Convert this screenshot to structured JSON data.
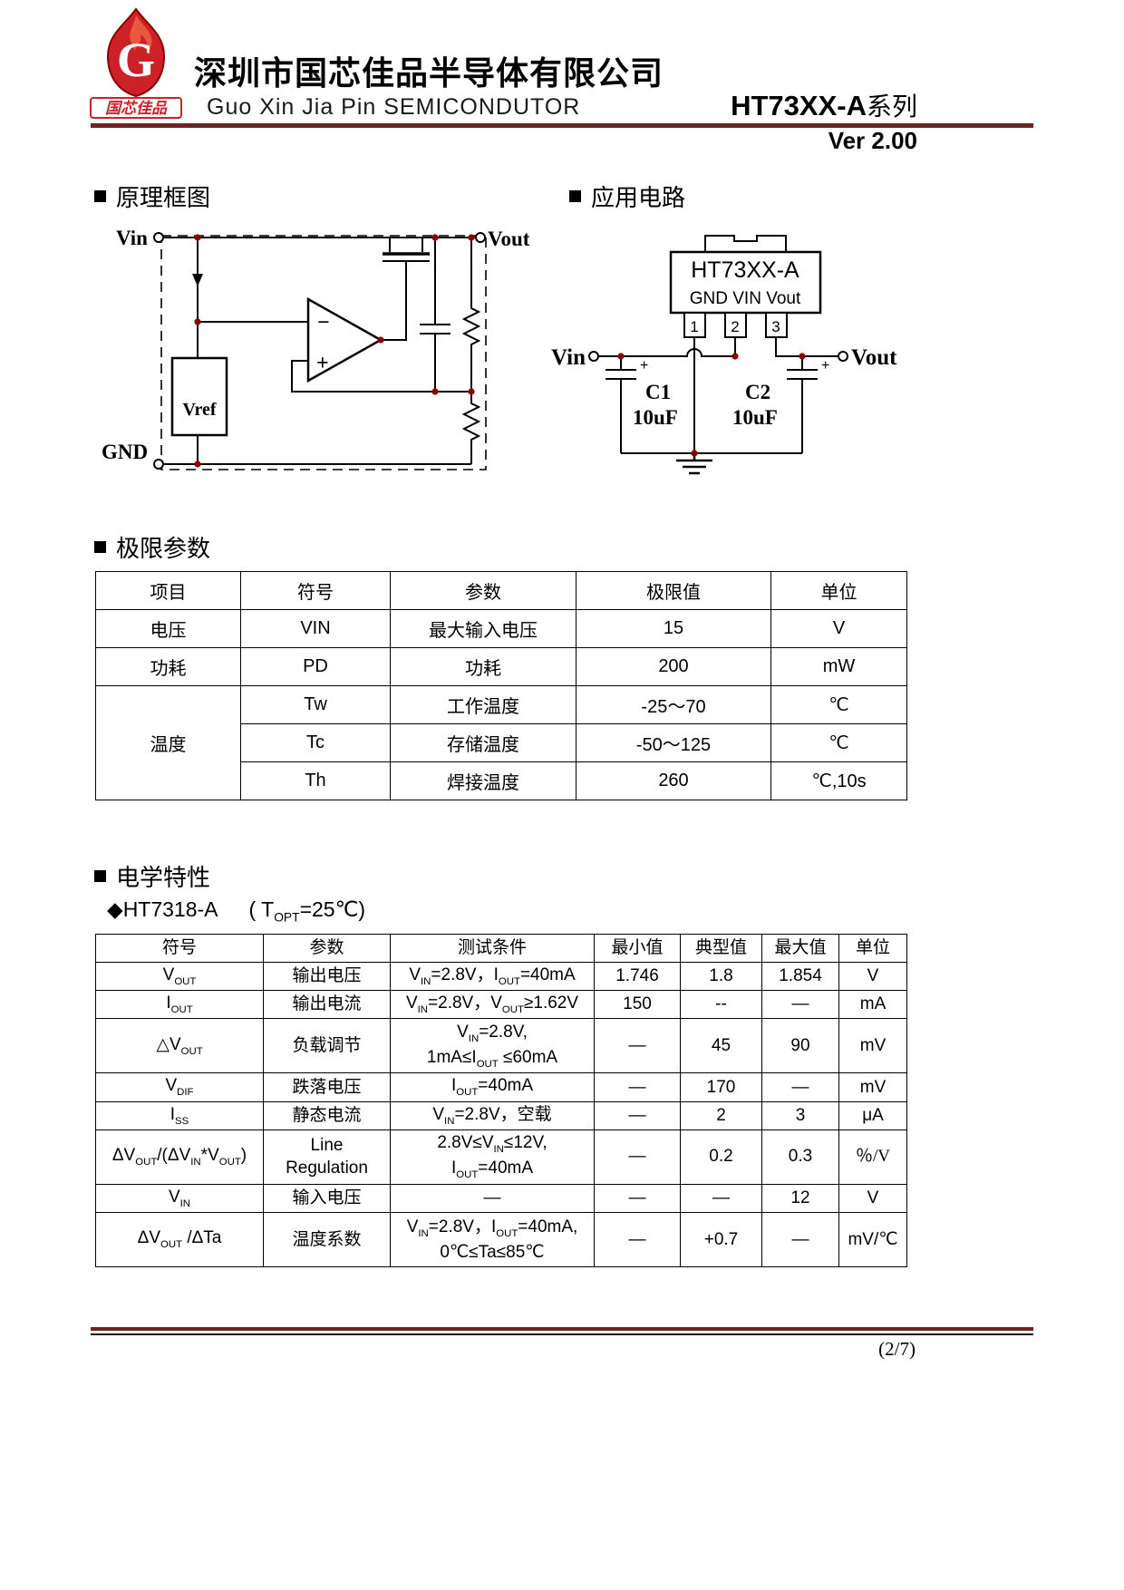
{
  "header": {
    "logo_letter": "G",
    "logo_caption": "国芯佳品",
    "company_cn": "深圳市国芯佳品半导体有限公司",
    "company_en": "Guo Xin Jia Pin  SEMICONDUTOR",
    "series_name": "HT73XX-A",
    "series_suffix": "系列",
    "version": "Ver 2.00"
  },
  "sections": {
    "block_diagram": "原理框图",
    "application_circuit": "应用电路",
    "absolute_maximum": "极限参数",
    "electrical": "电学特性",
    "part_heading": "◆HT7318-A",
    "part_condition": "( T~OPT~=25℃)"
  },
  "block_diagram": {
    "vin": "Vin",
    "vout": "Vout",
    "gnd": "GND",
    "vref": "Vref",
    "opamp_minus": "−",
    "opamp_plus": "+"
  },
  "application_circuit": {
    "part": "HT73XX-A",
    "pin_names": "GND VIN Vout",
    "pin1": "1",
    "pin2": "2",
    "pin3": "3",
    "vin": "Vin",
    "vout": "Vout",
    "c1_name": "C1",
    "c1_value": "10uF",
    "c1_plus": "+",
    "c2_name": "C2",
    "c2_value": "10uF",
    "c2_plus": "+"
  },
  "limits_table": {
    "headers": [
      "项目",
      "符号",
      "参数",
      "极限值",
      "单位"
    ],
    "rows": [
      {
        "item": "电压",
        "symbol": "VIN",
        "param": "最大输入电压",
        "value": "15",
        "unit": "V"
      },
      {
        "item": "功耗",
        "symbol": "PD",
        "param": "功耗",
        "value": "200",
        "unit": "mW"
      },
      {
        "item": "温度",
        "symbol": "Tw",
        "param": "工作温度",
        "value": "-25～70",
        "unit": "℃"
      },
      {
        "symbol": "Tc",
        "param": "存储温度",
        "value": "-50～125",
        "unit": "℃"
      },
      {
        "symbol": "Th",
        "param": "焊接温度",
        "value": "260",
        "unit": "℃,10s"
      }
    ]
  },
  "elec_table": {
    "headers": [
      "符号",
      "参数",
      "测试条件",
      "最小值",
      "典型值",
      "最大值",
      "单位"
    ],
    "rows": [
      {
        "symbol": "V~OUT~",
        "param": "输出电压",
        "cond": "V~IN~=2.8V，I~OUT~=40mA",
        "min": "1.746",
        "typ": "1.8",
        "max": "1.854",
        "unit": "V"
      },
      {
        "symbol": "I~OUT~",
        "param": "输出电流",
        "cond": "V~IN~=2.8V，V~OUT~≥1.62V",
        "min": "150",
        "typ": "--",
        "max": "—",
        "unit": "mA"
      },
      {
        "symbol": "△V~OUT~",
        "param": "负载调节",
        "cond": "V~IN~=2.8V,\n1mA≤I~OUT~ ≤60mA",
        "min": "—",
        "typ": "45",
        "max": "90",
        "unit": "mV"
      },
      {
        "symbol": "V~DIF~",
        "param": "跌落电压",
        "cond": "I~OUT~=40mA",
        "min": "—",
        "typ": "170",
        "max": "—",
        "unit": "mV"
      },
      {
        "symbol": "I~SS~",
        "param": "静态电流",
        "cond": "V~IN~=2.8V，空载",
        "min": "—",
        "typ": "2",
        "max": "3",
        "unit": "μA"
      },
      {
        "symbol": "ΔV~OUT~/(ΔV~IN~*V~OUT~)",
        "param": "Line\nRegulation",
        "cond": "2.8V≤V~IN~≤12V,\nI~OUT~=40mA",
        "min": "—",
        "typ": "0.2",
        "max": "0.3",
        "unit": "％/V"
      },
      {
        "symbol": "V~IN~",
        "param": "输入电压",
        "cond": "—",
        "min": "—",
        "typ": "—",
        "max": "12",
        "unit": "V"
      },
      {
        "symbol": "ΔV~OUT~ /ΔTa",
        "param": "温度系数",
        "cond": "V~IN~=2.8V，I~OUT~=40mA,\n0℃≤Ta≤85℃",
        "min": "—",
        "typ": "+0.7",
        "max": "—",
        "unit": "mV/℃"
      }
    ]
  },
  "page": {
    "number": "(2/7)"
  },
  "colors": {
    "rule": "#6b2422",
    "accent_red": "#cc2127",
    "junction_dot": "#8b0000"
  }
}
